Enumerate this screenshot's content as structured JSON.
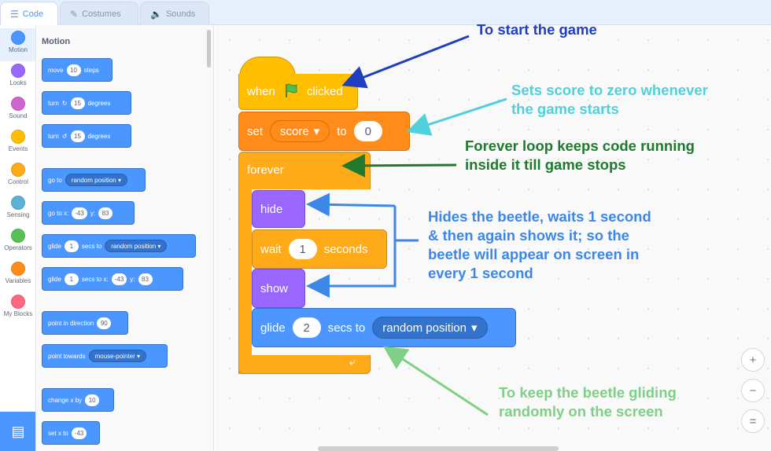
{
  "tabs": {
    "code": "Code",
    "costumes": "Costumes",
    "sounds": "Sounds"
  },
  "categories": [
    {
      "label": "Motion",
      "color": "#4c97ff"
    },
    {
      "label": "Looks",
      "color": "#9966ff"
    },
    {
      "label": "Sound",
      "color": "#cf63cf"
    },
    {
      "label": "Events",
      "color": "#ffbf00"
    },
    {
      "label": "Control",
      "color": "#ffab19"
    },
    {
      "label": "Sensing",
      "color": "#5cb1d6"
    },
    {
      "label": "Operators",
      "color": "#59c059"
    },
    {
      "label": "Variables",
      "color": "#ff8c1a"
    },
    {
      "label": "My Blocks",
      "color": "#ff6680"
    }
  ],
  "palette": {
    "title": "Motion",
    "move": {
      "label": "move",
      "value": "10",
      "suffix": "steps"
    },
    "turn_right": {
      "label": "turn",
      "value": "15",
      "suffix": "degrees"
    },
    "turn_left": {
      "label": "turn",
      "value": "15",
      "suffix": "degrees"
    },
    "goto": {
      "label": "go to",
      "dropdown": "random position"
    },
    "goto_xy": {
      "label": "go to x:",
      "x": "-43",
      "ylabel": "y:",
      "y": "83"
    },
    "glide_to": {
      "label": "glide",
      "value": "1",
      "mid": "secs to",
      "dropdown": "random position"
    },
    "glide_xy": {
      "label": "glide",
      "value": "1",
      "mid": "secs to x:",
      "x": "-43",
      "ylabel": "y:",
      "y": "83"
    },
    "point_dir": {
      "label": "point in direction",
      "value": "90"
    },
    "point_towards": {
      "label": "point towards",
      "dropdown": "mouse-pointer"
    },
    "change_x": {
      "label": "change x by",
      "value": "10"
    },
    "set_x": {
      "label": "set x to",
      "value": "-43"
    }
  },
  "script": {
    "when_flag": {
      "label": "when",
      "suffix": "clicked"
    },
    "set_var": {
      "label": "set",
      "variable": "score",
      "to": "to",
      "value": "0"
    },
    "forever": {
      "label": "forever"
    },
    "hide": {
      "label": "hide"
    },
    "wait": {
      "label": "wait",
      "value": "1",
      "suffix": "seconds"
    },
    "show": {
      "label": "show"
    },
    "glide": {
      "label": "glide",
      "value": "2",
      "mid": "secs to",
      "dropdown": "random position"
    }
  },
  "annotations": {
    "start": {
      "lines": [
        "To start the game"
      ],
      "color": "#1f3fbf"
    },
    "score": {
      "lines": [
        "Sets score to zero whenever",
        "the game starts"
      ],
      "color": "#4fd0dc"
    },
    "forever": {
      "lines": [
        "Forever loop keeps code running",
        "inside it till game stops"
      ],
      "color": "#1f7a2e"
    },
    "hide_show": {
      "lines": [
        "Hides the beetle, waits 1 second",
        "& then again shows it; so the",
        "beetle will appear on screen in",
        "every 1 second"
      ],
      "color": "#3d87e6"
    },
    "glide": {
      "lines": [
        "To keep the beetle gliding",
        "randomly on the screen"
      ],
      "color": "#7fcf86"
    }
  },
  "zoom": {
    "zoom_in": "+",
    "zoom_out": "−",
    "reset": "="
  }
}
